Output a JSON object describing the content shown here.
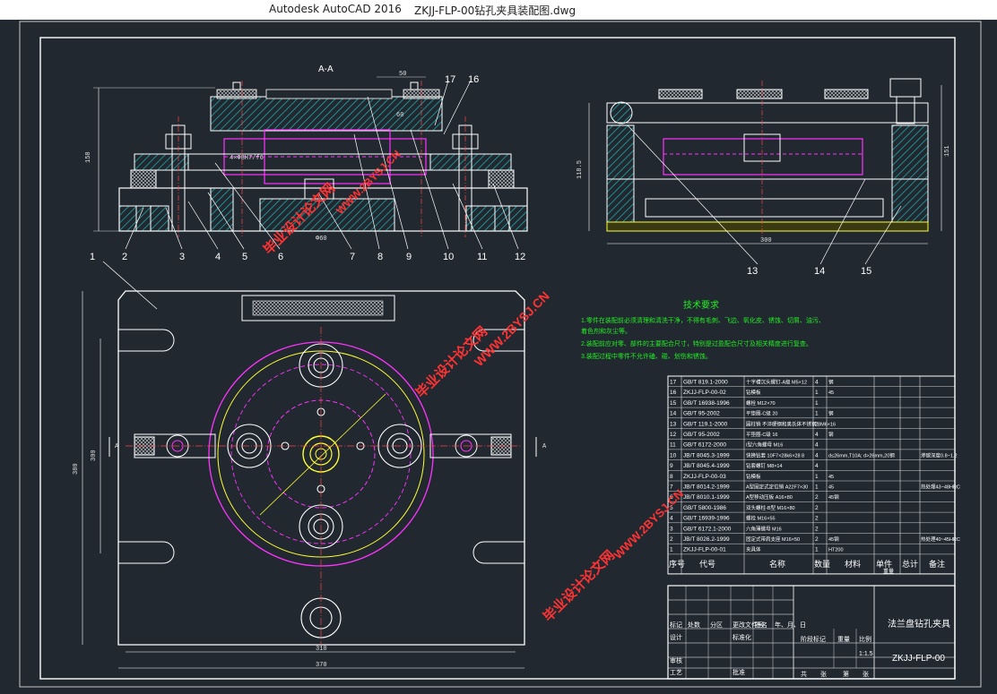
{
  "window": {
    "app_title": "Autodesk AutoCAD 2016",
    "file_name": "ZKJJ-FLP-00钻孔夹具装配图.dwg"
  },
  "section_label": "A-A",
  "callouts": [
    "1",
    "2",
    "3",
    "4",
    "5",
    "6",
    "7",
    "8",
    "9",
    "10",
    "11",
    "12",
    "13",
    "14",
    "15",
    "16",
    "17"
  ],
  "dimensions": {
    "front_height": "158",
    "top_offset": "60",
    "mid_width": "50",
    "side_height": "118.5",
    "side_width": "300",
    "right_small": "151",
    "plan_height": "380",
    "plan_inner_height": "300",
    "plan_width": "370",
    "plan_inner_width": "310",
    "section_mark_a": "A",
    "bore_note": "4×Φ8H7/f6",
    "bottom_dim": "Φ60"
  },
  "tech_req": {
    "title": "技术要求",
    "lines": [
      "1.零件在装配前必须清理和清洗干净，不得有毛刺、飞边、氧化皮、锈蚀、切屑、油污、",
      "着色剂和灰尘等。",
      "2.装配前应对零、部件的主要配合尺寸，特别是过盈配合尺寸及相关精度进行复查。",
      "3.装配过程中零件不允许磕、碰、划伤和锈蚀。"
    ]
  },
  "bom": {
    "rows": [
      {
        "no": "17",
        "code": "GB/T 819.1-2000",
        "name": "十字槽沉头螺钉-A级 M5×12",
        "qty": "4",
        "mat": "钢",
        "note": ""
      },
      {
        "no": "16",
        "code": "ZKJJ-FLP-00-02",
        "name": "钻模板",
        "qty": "1",
        "mat": "45",
        "note": ""
      },
      {
        "no": "15",
        "code": "GB/T 16938-1996",
        "name": "螺栓 M12×70",
        "qty": "1",
        "mat": "",
        "note": ""
      },
      {
        "no": "14",
        "code": "GB/T 95-2002",
        "name": "平垫圈-C级 20",
        "qty": "1",
        "mat": "钢",
        "note": ""
      },
      {
        "no": "13",
        "code": "GB/T 119.1-2000",
        "name": "圆柱销 不淬硬钢和奥氏体不锈钢 8M6×16",
        "qty": "2",
        "mat": "",
        "note": ""
      },
      {
        "no": "12",
        "code": "GB/T 95-2002",
        "name": "平垫圈-C级 16",
        "qty": "4",
        "mat": "钢",
        "note": ""
      },
      {
        "no": "11",
        "code": "GB/T 6172-2000",
        "name": "I型六角螺母 M16",
        "qty": "4",
        "mat": "",
        "note": ""
      },
      {
        "no": "10",
        "code": "JB/T 8045.3-1999",
        "name": "快换钻套 10F7×28k6×28 8",
        "qty": "4",
        "mat": "d≤26mm,T10A; d>26mm,20钢",
        "note": "渗碳深度0.8~1.2"
      },
      {
        "no": "9",
        "code": "JB/T 8045.4-1999",
        "name": "钻套螺钉 M8×14",
        "qty": "4",
        "mat": "",
        "note": ""
      },
      {
        "no": "8",
        "code": "ZKJJ-FLP-00-03",
        "name": "钻模板",
        "qty": "1",
        "mat": "45",
        "note": ""
      },
      {
        "no": "7",
        "code": "JB/T 8014.2-1999",
        "name": "A型固定式定位销 A22F7×30",
        "qty": "1",
        "mat": "45",
        "note": "热处理43~48HRC"
      },
      {
        "no": "6",
        "code": "JB/T 8010.1-1999",
        "name": "A型移动压板 A16×80",
        "qty": "2",
        "mat": "45钢",
        "note": ""
      },
      {
        "no": "5",
        "code": "GB/T 5800-1986",
        "name": "双头螺柱-B型 M16×80",
        "qty": "2",
        "mat": "",
        "note": ""
      },
      {
        "no": "4",
        "code": "GB/T 16939-1996",
        "name": "螺栓 M16×55",
        "qty": "2",
        "mat": "",
        "note": ""
      },
      {
        "no": "3",
        "code": "GB/T 6172.1-2000",
        "name": "六角薄螺母 M16",
        "qty": "2",
        "mat": "",
        "note": ""
      },
      {
        "no": "2",
        "code": "JB/T 8026.2-1999",
        "name": "固定式带肩支座 M16×50",
        "qty": "2",
        "mat": "45钢",
        "note": "热处理40~45HRC"
      },
      {
        "no": "1",
        "code": "ZKJJ-FLP-00-01",
        "name": "夹具体",
        "qty": "1",
        "mat": "HT200",
        "note": ""
      }
    ],
    "header": {
      "no": "序号",
      "code": "代号",
      "name": "名称",
      "qty": "数量",
      "mat": "材料",
      "unit": "单件",
      "total": "总计",
      "weight": "重量",
      "note": "备注"
    }
  },
  "title_block": {
    "drawing_name": "法兰盘钻孔夹具",
    "drawing_no": "ZKJJ-FLP-00",
    "scale": "1:1.5",
    "labels": [
      "标记",
      "处数",
      "分区",
      "更改文件号",
      "签名",
      "年、月、日",
      "设计",
      "标准化",
      "审核",
      "工艺",
      "批准",
      "阶段标记",
      "重量",
      "比例",
      "共",
      "张",
      "第",
      "张"
    ]
  },
  "watermarks": {
    "cn": "毕业设计论文网",
    "url": "WWW.2BYSJ.CN"
  },
  "colors": {
    "canvas": "#212830",
    "line": "#ffffff",
    "magenta": "#ff33ff",
    "yellow": "#ffff33",
    "cyan": "#33cccc",
    "green": "#22ee22",
    "hatch": "#20a8a8",
    "watermark": "#ff3333"
  }
}
